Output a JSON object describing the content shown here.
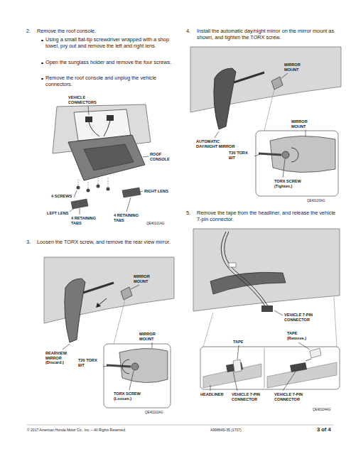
{
  "diagram": {
    "labels": [
      "2.",
      "Remove the roof console.",
      "Using a small flat-tip screwdriver wrapped with a shop towel, pry out and remove the left and right lens.",
      "Open the sunglass holder and remove the four screws.",
      "Remove the roof console and unplug the vehicle connectors.",
      "VEHICLE CONNECTORS",
      "ROOF CONSOLE",
      "RIGHT LENS",
      "4 SCREWS",
      "LEFT LENS",
      "4 RETAINING TABS",
      "4 RETAINING TABS",
      "QE40101AG",
      "3.",
      "Loosen the TORX screw, and remove the rear view mirror.",
      "MIRROR MOUNT",
      "MIRROR MOUNT",
      "REARVIEW MIRROR (Discard.)",
      "T20 TORX BIT",
      "TORX SCREW (Loosen.)",
      "QE40102AG",
      "4.",
      "Install the automatic day/night mirror on the mirror mount as shown, and tighten the TORX screw.",
      "MIRROR MOUNT",
      "MIRROR MOUNT",
      "AUTOMATIC DAY/NIGHT MIRROR",
      "T20 TORX BIT",
      "TORX SCREW (Tighten.)",
      "QE40103AG",
      "5.",
      "Remove the tape from the headliner, and release the vehicle 7-pin connector.",
      "VEHICLE 7-PIN CONNECTOR",
      "TAPE",
      "TAPE (Remove.)",
      "HEADLINER",
      "VEHICLE 7-PIN CONNECTOR",
      "VEHICLE 7-PIN CONNECTOR",
      "QE40104AG",
      "© 2017 American Honda Motor Co., Inc. – All Rights Reserved.",
      "A99864S-35 (1707)",
      "3 of 4"
    ]
  }
}
